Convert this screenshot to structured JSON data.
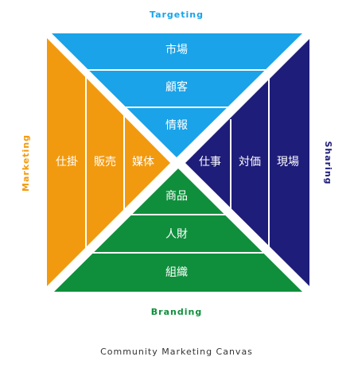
{
  "colors": {
    "top": "#1aa3e8",
    "right": "#1f1d7a",
    "bottom": "#0f8f3c",
    "left": "#f29a0f",
    "divider": "#ffffff",
    "caption": "#333333"
  },
  "labels": {
    "top": "Targeting",
    "right": "Sharing",
    "bottom": "Branding",
    "left": "Marketing"
  },
  "caption": "Community Marketing Canvas",
  "quadrants": {
    "top": [
      "市場",
      "顧客",
      "情報"
    ],
    "right": [
      "現場",
      "対価",
      "仕事"
    ],
    "bottom": [
      "組織",
      "人財",
      "商品"
    ],
    "left": [
      "仕掛",
      "販売",
      "媒体"
    ]
  }
}
